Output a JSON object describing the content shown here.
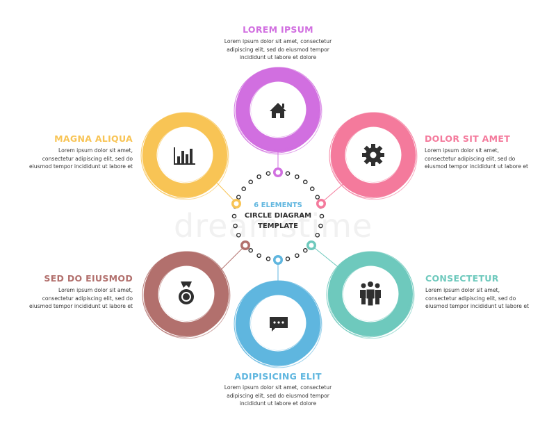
{
  "colors": {
    "purple": "#d16fe0",
    "pink": "#f47a9c",
    "teal": "#6ec9bd",
    "blue": "#5fb6df",
    "brown": "#b2706d",
    "yellow": "#f8c455",
    "dark": "#2f2f2f",
    "center_accent": "#5fb6df"
  },
  "center": {
    "line1": "6 ELEMENTS",
    "line2": "CIRCLE DIAGRAM",
    "line3": "TEMPLATE"
  },
  "watermark": "dreamstime",
  "items": [
    {
      "key": "lorem",
      "title": "LOREM IPSUM",
      "body": [
        "Lorem ipsum dolor sit amet, consectetur",
        "adipiscing elit, sed do eiusmod tempor",
        "incididunt ut labore et dolore"
      ],
      "icon": "home-icon"
    },
    {
      "key": "dolor",
      "title": "DOLOR SIT AMET",
      "body": [
        "Lorem ipsum dolor sit amet,",
        "consectetur adipiscing elit, sed do",
        "eiusmod tempor incididunt ut labore et"
      ],
      "icon": "gear-icon"
    },
    {
      "key": "consectetur",
      "title": "CONSECTETUR",
      "body": [
        "Lorem ipsum dolor sit amet,",
        "consectetur adipiscing elit, sed do",
        "eiusmod tempor incididunt ut labore et"
      ],
      "icon": "people-icon"
    },
    {
      "key": "adipiscing",
      "title": "ADIPISICING ELIT",
      "body": [
        "Lorem ipsum dolor sit amet, consectetur",
        "adipiscing elit, sed do eiusmod tempor",
        "incididunt ut labore et dolore"
      ],
      "icon": "chat-icon"
    },
    {
      "key": "sed",
      "title": "SED DO EIUSMOD",
      "body": [
        "Lorem ipsum dolor sit amet,",
        "consectetur adipiscing elit, sed do",
        "eiusmod tempor incididunt ut labore et"
      ],
      "icon": "medal-icon"
    },
    {
      "key": "magna",
      "title": "MAGNA ALIQUA",
      "body": [
        "Lorem ipsum dolor sit amet,",
        "consectetur adipiscing elit, sed do",
        "eiusmod tempor incididunt ut labore et"
      ],
      "icon": "bar-chart-icon"
    }
  ]
}
